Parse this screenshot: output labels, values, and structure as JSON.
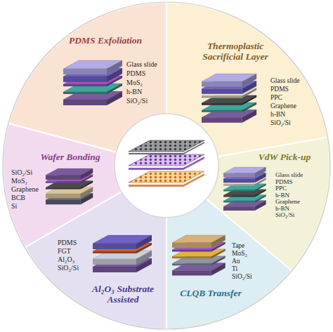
{
  "diagram": {
    "nodes": [
      {
        "text": [
          "PDMS Exfoliation",
          "Glass slide",
          "PDMS",
          "MoS₂",
          "h-BN",
          "SiO₂/Si"
        ]
      },
      {
        "text": [
          "Thermoplastic Sacrificial Layer",
          "Glass slide",
          "PDMS",
          "PPC",
          "Graphene",
          "h-BN",
          "SiO₂/Si"
        ]
      },
      {
        "text": [
          "VdW Pick-up",
          "Glass slide",
          "PDMS",
          "PPC",
          "h-BN",
          "Graphene",
          "h-BN",
          "SiO₂/Si"
        ]
      },
      {
        "text": [
          "CLQB Transfer",
          "Tape",
          "MoS₂",
          "Au",
          "Ti",
          "SiO₂/Si"
        ]
      },
      {
        "text": [
          "Al₂O₃ Substrate Assisted",
          "PDMS",
          "FGT",
          "Al₂O₃",
          "SiO₂/Si"
        ]
      },
      {
        "text": [
          "Wafer Bonding",
          "SiO₂/Si",
          "MoS₂",
          "Graphene",
          "BCB",
          "Si"
        ]
      }
    ]
  }
}
